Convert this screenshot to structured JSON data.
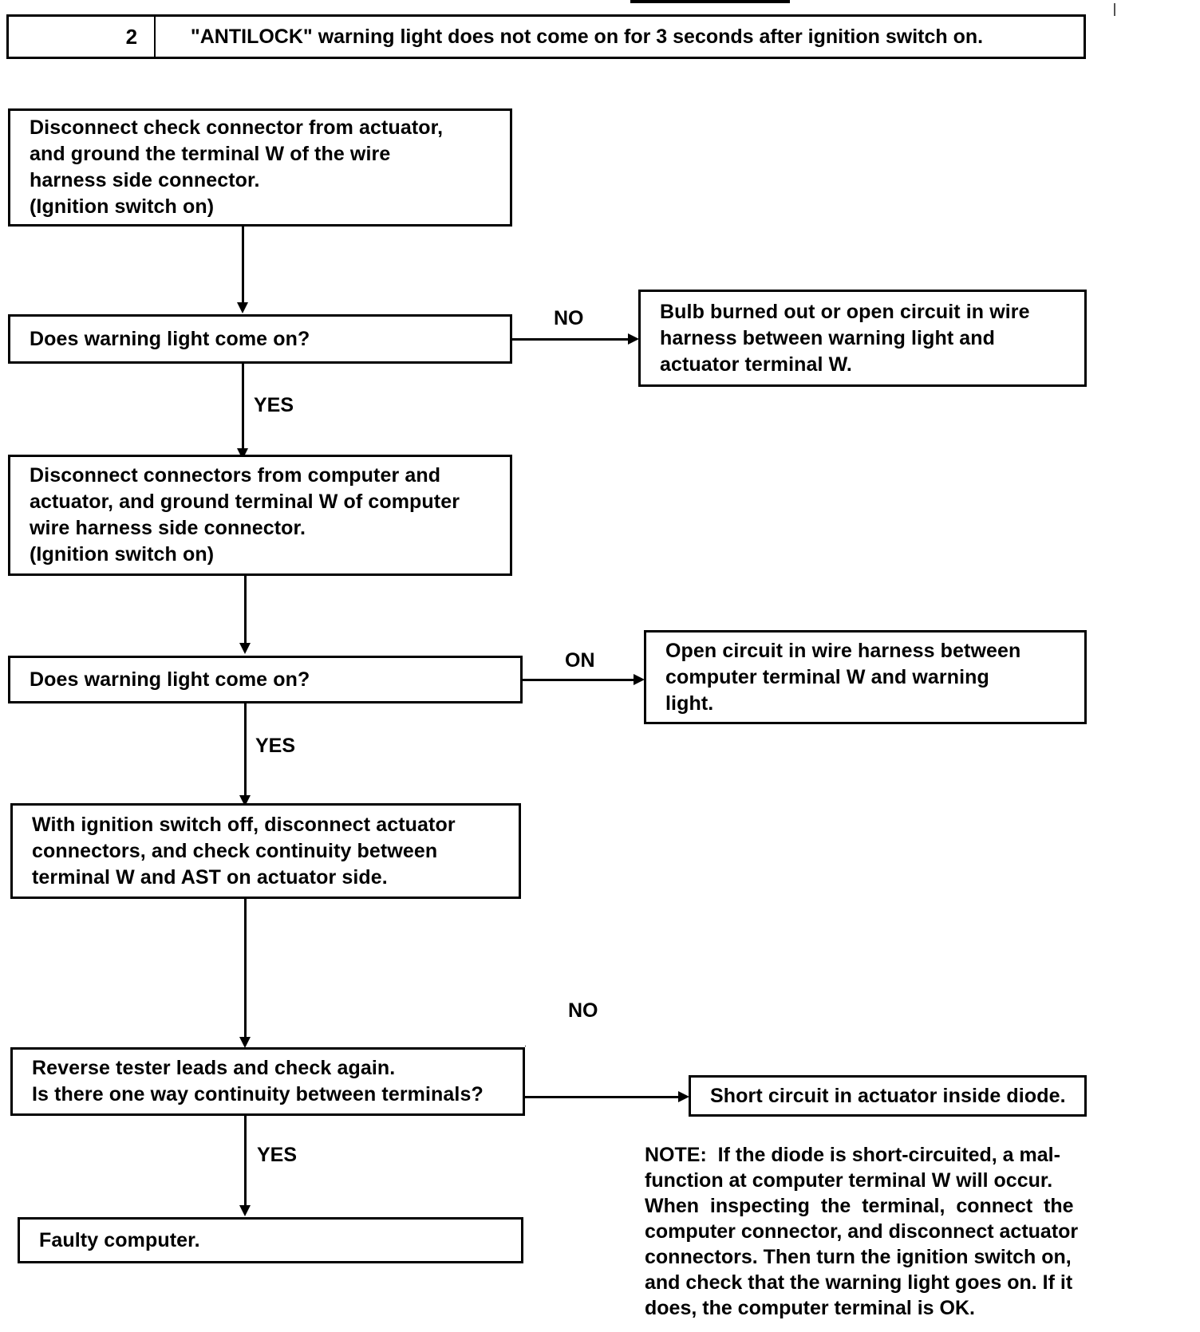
{
  "header": {
    "number": "2",
    "title": "\"ANTILOCK\" warning light does not come on for 3 seconds after ignition switch on."
  },
  "steps": {
    "step1": {
      "lines": [
        "Disconnect check connector from actuator,",
        "and ground the terminal W of the wire",
        "harness side connector.",
        "(Ignition switch on)"
      ]
    },
    "decision1": {
      "lines": [
        "Does warning light come on?"
      ]
    },
    "result1": {
      "lines": [
        "Bulb burned out or open circuit in wire",
        "harness between warning light and",
        "actuator terminal W."
      ]
    },
    "step2": {
      "lines": [
        "Disconnect connectors from computer and",
        "actuator, and ground terminal W of computer",
        "wire harness side connector.",
        "(Ignition switch on)"
      ]
    },
    "decision2": {
      "lines": [
        "Does warning light come on?"
      ]
    },
    "result2": {
      "lines": [
        "Open circuit in wire harness between",
        "computer terminal W and warning",
        "light."
      ]
    },
    "step3": {
      "lines": [
        "With ignition switch off, disconnect actuator",
        "connectors, and check continuity between",
        "terminal W and AST on actuator side."
      ]
    },
    "decision3": {
      "lines": [
        "Reverse tester leads and check again.",
        "Is there one way continuity between terminals?"
      ]
    },
    "result3": {
      "lines": [
        "Short circuit in actuator inside diode."
      ]
    },
    "final": {
      "lines": [
        "Faulty computer."
      ]
    }
  },
  "branches": {
    "no1": "NO",
    "yes1": "YES",
    "on2": "ON",
    "yes2": "YES",
    "no3": "NO",
    "yes3": "YES"
  },
  "note": {
    "lines": [
      "NOTE:  If the diode is short-circuited, a mal-",
      "function at computer terminal W will occur.",
      "When  inspecting  the  terminal,  connect  the",
      "computer connector, and disconnect actuator",
      "connectors. Then turn the ignition switch on,",
      "and check that the warning light goes on. If it",
      "does, the computer terminal is OK."
    ]
  }
}
